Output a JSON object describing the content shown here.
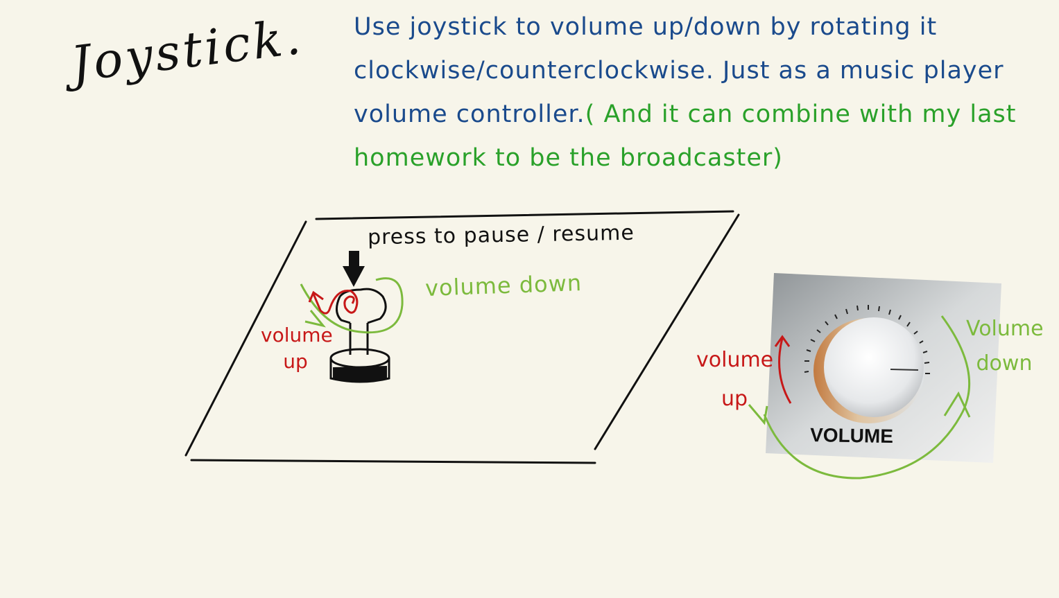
{
  "title": "Joystick.",
  "description": {
    "part1": "Use joystick to volume up/down by rotating it clockwise/counterclockwise. Just as a music player volume controller.",
    "part2": "( And it can combine with my last homework to be the broadcaster)"
  },
  "sketch": {
    "press_label": "press to pause / resume",
    "volume_down_label": "volume down",
    "volume_up_label": "volume up"
  },
  "knob": {
    "label": "VOLUME",
    "volume_up_label": "volume up",
    "volume_down_label": "Volume down"
  },
  "colors": {
    "background": "#f7f5ea",
    "blue_text": "#1a4a8c",
    "green": "#2aa12a",
    "light_green": "#7cba3d",
    "red": "#c71818"
  }
}
